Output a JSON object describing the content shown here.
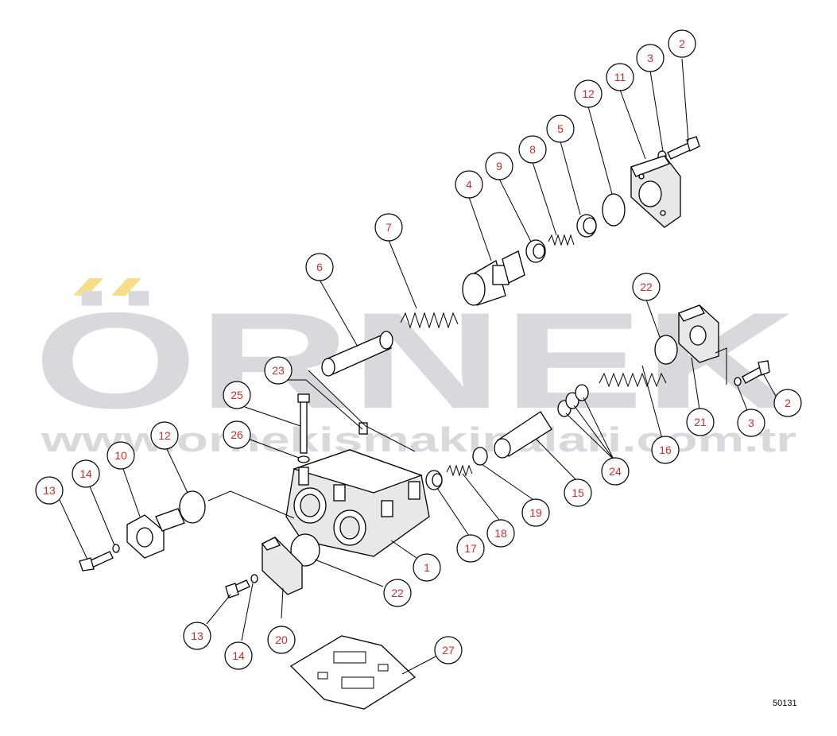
{
  "watermark": {
    "brand": "ÖRNEK",
    "url": "www.ornekismakinalari.com.tr",
    "color": "#d9d8dc",
    "accent": "#f5dd8a"
  },
  "drawing_code": "50131",
  "callout_color": "#d42a2a",
  "callouts": [
    {
      "id": "c2a",
      "label": "2"
    },
    {
      "id": "c3a",
      "label": "3"
    },
    {
      "id": "c11",
      "label": "11"
    },
    {
      "id": "c12a",
      "label": "12"
    },
    {
      "id": "c5",
      "label": "5"
    },
    {
      "id": "c8",
      "label": "8"
    },
    {
      "id": "c9",
      "label": "9"
    },
    {
      "id": "c4",
      "label": "4"
    },
    {
      "id": "c7",
      "label": "7"
    },
    {
      "id": "c6",
      "label": "6"
    },
    {
      "id": "c22a",
      "label": "22"
    },
    {
      "id": "c23",
      "label": "23"
    },
    {
      "id": "c25",
      "label": "25"
    },
    {
      "id": "c26",
      "label": "26"
    },
    {
      "id": "c10",
      "label": "10"
    },
    {
      "id": "c12b",
      "label": "12"
    },
    {
      "id": "c14a",
      "label": "14"
    },
    {
      "id": "c13a",
      "label": "13"
    },
    {
      "id": "c21",
      "label": "21"
    },
    {
      "id": "c3b",
      "label": "3"
    },
    {
      "id": "c2b",
      "label": "2"
    },
    {
      "id": "c16",
      "label": "16"
    },
    {
      "id": "c24",
      "label": "24"
    },
    {
      "id": "c15",
      "label": "15"
    },
    {
      "id": "c19",
      "label": "19"
    },
    {
      "id": "c18",
      "label": "18"
    },
    {
      "id": "c17",
      "label": "17"
    },
    {
      "id": "c1",
      "label": "1"
    },
    {
      "id": "c22b",
      "label": "22"
    },
    {
      "id": "c20",
      "label": "20"
    },
    {
      "id": "c14b",
      "label": "14"
    },
    {
      "id": "c13b",
      "label": "13"
    },
    {
      "id": "c27",
      "label": "27"
    }
  ]
}
